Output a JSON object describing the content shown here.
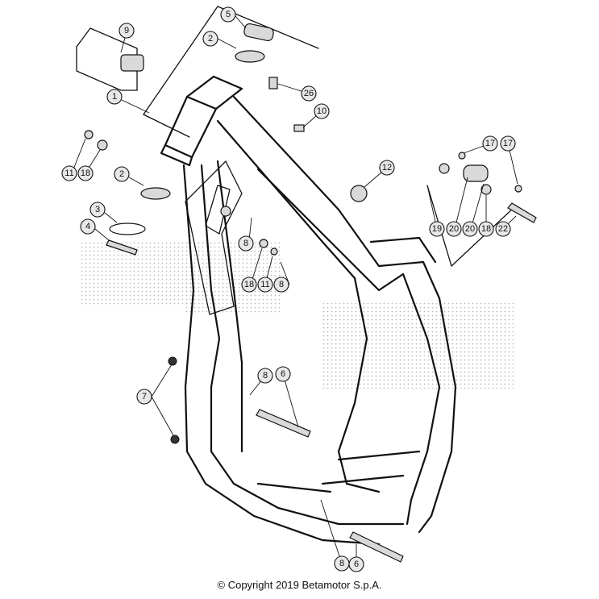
{
  "callouts": [
    {
      "label": "1"
    },
    {
      "label": "2"
    },
    {
      "label": "2"
    },
    {
      "label": "3"
    },
    {
      "label": "4"
    },
    {
      "label": "5"
    },
    {
      "label": "6"
    },
    {
      "label": "6"
    },
    {
      "label": "7"
    },
    {
      "label": "8"
    },
    {
      "label": "8"
    },
    {
      "label": "8"
    },
    {
      "label": "8"
    },
    {
      "label": "9"
    },
    {
      "label": "10"
    },
    {
      "label": "11"
    },
    {
      "label": "11"
    },
    {
      "label": "12"
    },
    {
      "label": "17"
    },
    {
      "label": "17"
    },
    {
      "label": "18"
    },
    {
      "label": "18"
    },
    {
      "label": "18"
    },
    {
      "label": "19"
    },
    {
      "label": "20"
    },
    {
      "label": "20"
    },
    {
      "label": "22"
    },
    {
      "label": "26"
    }
  ],
  "copyright": "© Copyright 2019 Betamotor S.p.A."
}
